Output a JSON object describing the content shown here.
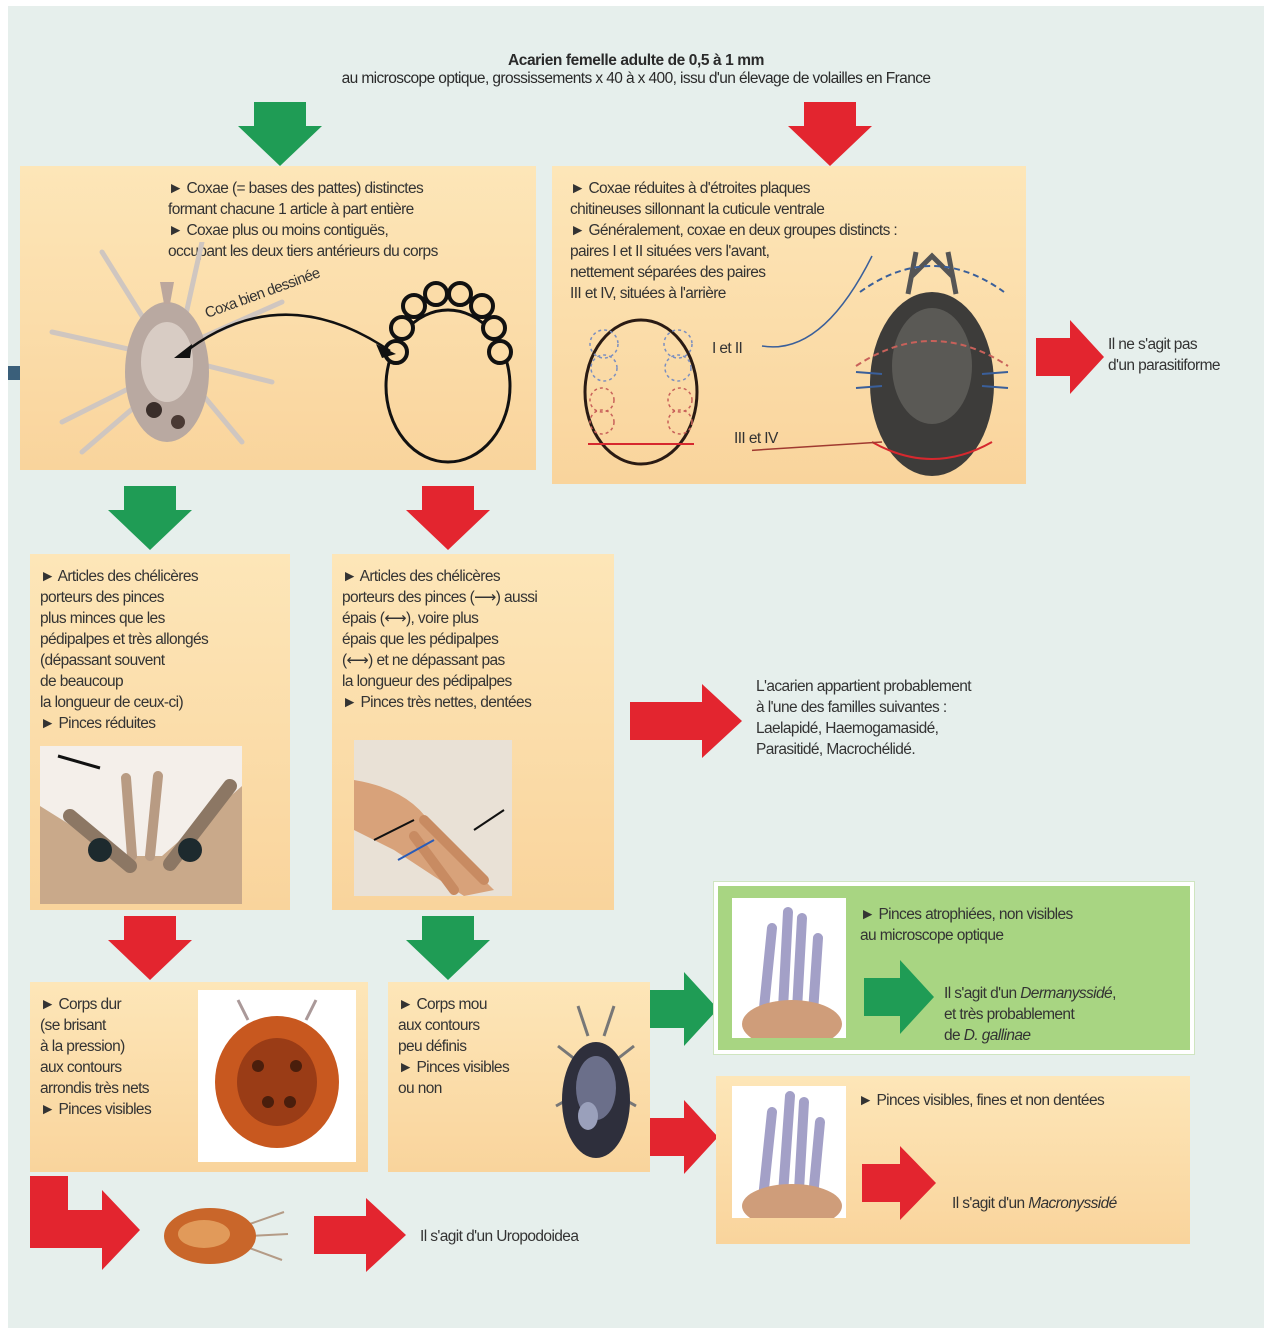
{
  "header": {
    "line1": "Acarien femelle adulte de 0,5 à 1 mm",
    "line2": "au microscope optique, grossissements x 40 à x 400, issu d'un élevage de volailles en France"
  },
  "box_coxae_distinct": {
    "text": "► Coxae (= bases des pattes) distinctes\nformant chacune 1 article à part entière\n► Coxae plus ou moins contiguës,\noccupant les deux tiers antérieurs du corps",
    "coxa_label": "Coxa bien dessinée"
  },
  "box_coxae_reduced": {
    "text": "► Coxae réduites à d'étroites plaques\nchitineuses sillonnant la cuticule ventrale\n► Généralement, coxae en deux groupes distincts :\npaires I et II situées vers l'avant,\nnettement séparées des paires\nIII et IV, situées à l'arrière",
    "label_front": "I et II",
    "label_back": "III et IV"
  },
  "result_not_parasitiform": "Il ne s'agit pas\nd'un parasitiforme",
  "box_chelicerae_thin": {
    "text": "► Articles des chélicères\nporteurs des pinces\nplus minces que les\npédipalpes et très allongés\n(dépassant souvent\nde beaucoup\nla longueur de ceux-ci)\n► Pinces réduites"
  },
  "box_chelicerae_thick": {
    "text": "► Articles des chélicères\nporteurs des pinces (⟶) aussi\népais (⟷), voire plus\népais que les pédipalpes\n(⟷) et ne dépassant pas\nla longueur des pédipalpes\n► Pinces très nettes, dentées"
  },
  "result_families": "L'acarien appartient probablement\nà l'une des familles suivantes :\nLaelapidé, Haemogamasidé,\nParasitidé, Macrochélidé.",
  "box_hard_body": {
    "text": "► Corps dur\n(se brisant\nà la pression)\naux contours\narrondis très nets\n► Pinces visibles"
  },
  "box_soft_body": {
    "text": "► Corps mou\naux contours\npeu définis\n► Pinces visibles\nou non"
  },
  "result_uropodoidea": "Il s'agit d'un Uropodoidea",
  "box_dermanyssid": {
    "text": "► Pinces atrophiées, non visibles\nau microscope optique",
    "result_prefix": "Il s'agit d'un ",
    "result_italic1": "Dermanyssidé",
    "result_mid": ",\net très probablement\nde ",
    "result_italic2": "D. gallinae"
  },
  "box_macronyssid": {
    "text": "► Pinces visibles, fines et non dentées",
    "result_prefix": "Il s'agit d'un ",
    "result_italic": "Macronyssidé"
  },
  "colors": {
    "green_arrow": "#1f9c55",
    "red_arrow": "#e3252f",
    "box_fill": "#fbdca8",
    "green_box": "#a8d582",
    "background": "#e6efec"
  }
}
